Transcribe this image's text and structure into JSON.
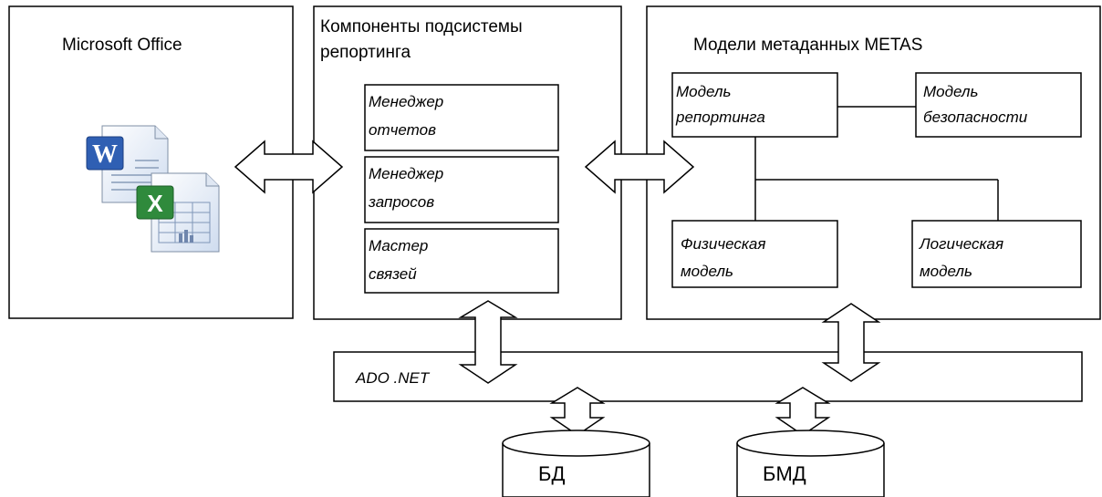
{
  "office": {
    "title": "Microsoft Office"
  },
  "reporting": {
    "title_line1": "Компоненты подсистемы",
    "title_line2": "репортинга",
    "components": [
      {
        "line1": "Менеджер",
        "line2": "отчетов"
      },
      {
        "line1": "Менеджер",
        "line2": "запросов"
      },
      {
        "line1": "Мастер",
        "line2": "связей"
      }
    ]
  },
  "metas": {
    "title": "Модели метаданных METAS",
    "reporting_model": {
      "line1": "Модель",
      "line2": "репортинга"
    },
    "security_model": {
      "line1": "Модель",
      "line2": "безопасности"
    },
    "physical_model": {
      "line1": "Физическая",
      "line2": "модель"
    },
    "logical_model": {
      "line1": "Логическая",
      "line2": "модель"
    }
  },
  "ado": {
    "label": "ADO .NET"
  },
  "databases": {
    "db": "БД",
    "meta_db": "БМД"
  },
  "colors": {
    "stroke": "#000000",
    "word_blue": "#2f5fb3",
    "excel_green": "#2f8a3c",
    "doc_page": "#eef3fb"
  },
  "icons": [
    "word-document-icon",
    "excel-document-icon"
  ]
}
